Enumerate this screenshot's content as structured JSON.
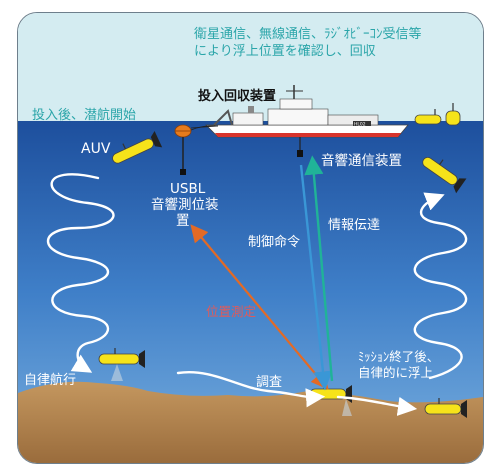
{
  "labels": {
    "satellite_note_line1": "衛星通信、無線通信、ﾗｼﾞｵﾋﾞｰｺﾝ受信等",
    "satellite_note_line2": "により浮上位置を確認し、回収",
    "launch_recovery": "投入回収装置",
    "dive_start": "投入後、潜航開始",
    "auv": "AUV",
    "acoustic_comm": "音響通信装置",
    "usbl_line1": "USBL",
    "usbl_line2": "音響測位装",
    "usbl_line3": "置",
    "control_command": "制御命令",
    "info_transfer": "情報伝達",
    "positioning": "位置測定",
    "mission_end_line1": "ﾐｯｼｮﾝ終了後、",
    "mission_end_line2": "自律的に浮上",
    "autonomous_nav": "自律航行",
    "survey": "調査",
    "ship_id": "HL02"
  },
  "colors": {
    "sky": "#d4ecf1",
    "sea_top": "#1f56a6",
    "sea_bottom": "#6aa3d8",
    "seabed": "#b98a55",
    "auv_body": "#f6e31a",
    "orange_arrow": "#e36a25",
    "blue_arrow": "#3a97d6",
    "green_arrow": "#20b398"
  }
}
